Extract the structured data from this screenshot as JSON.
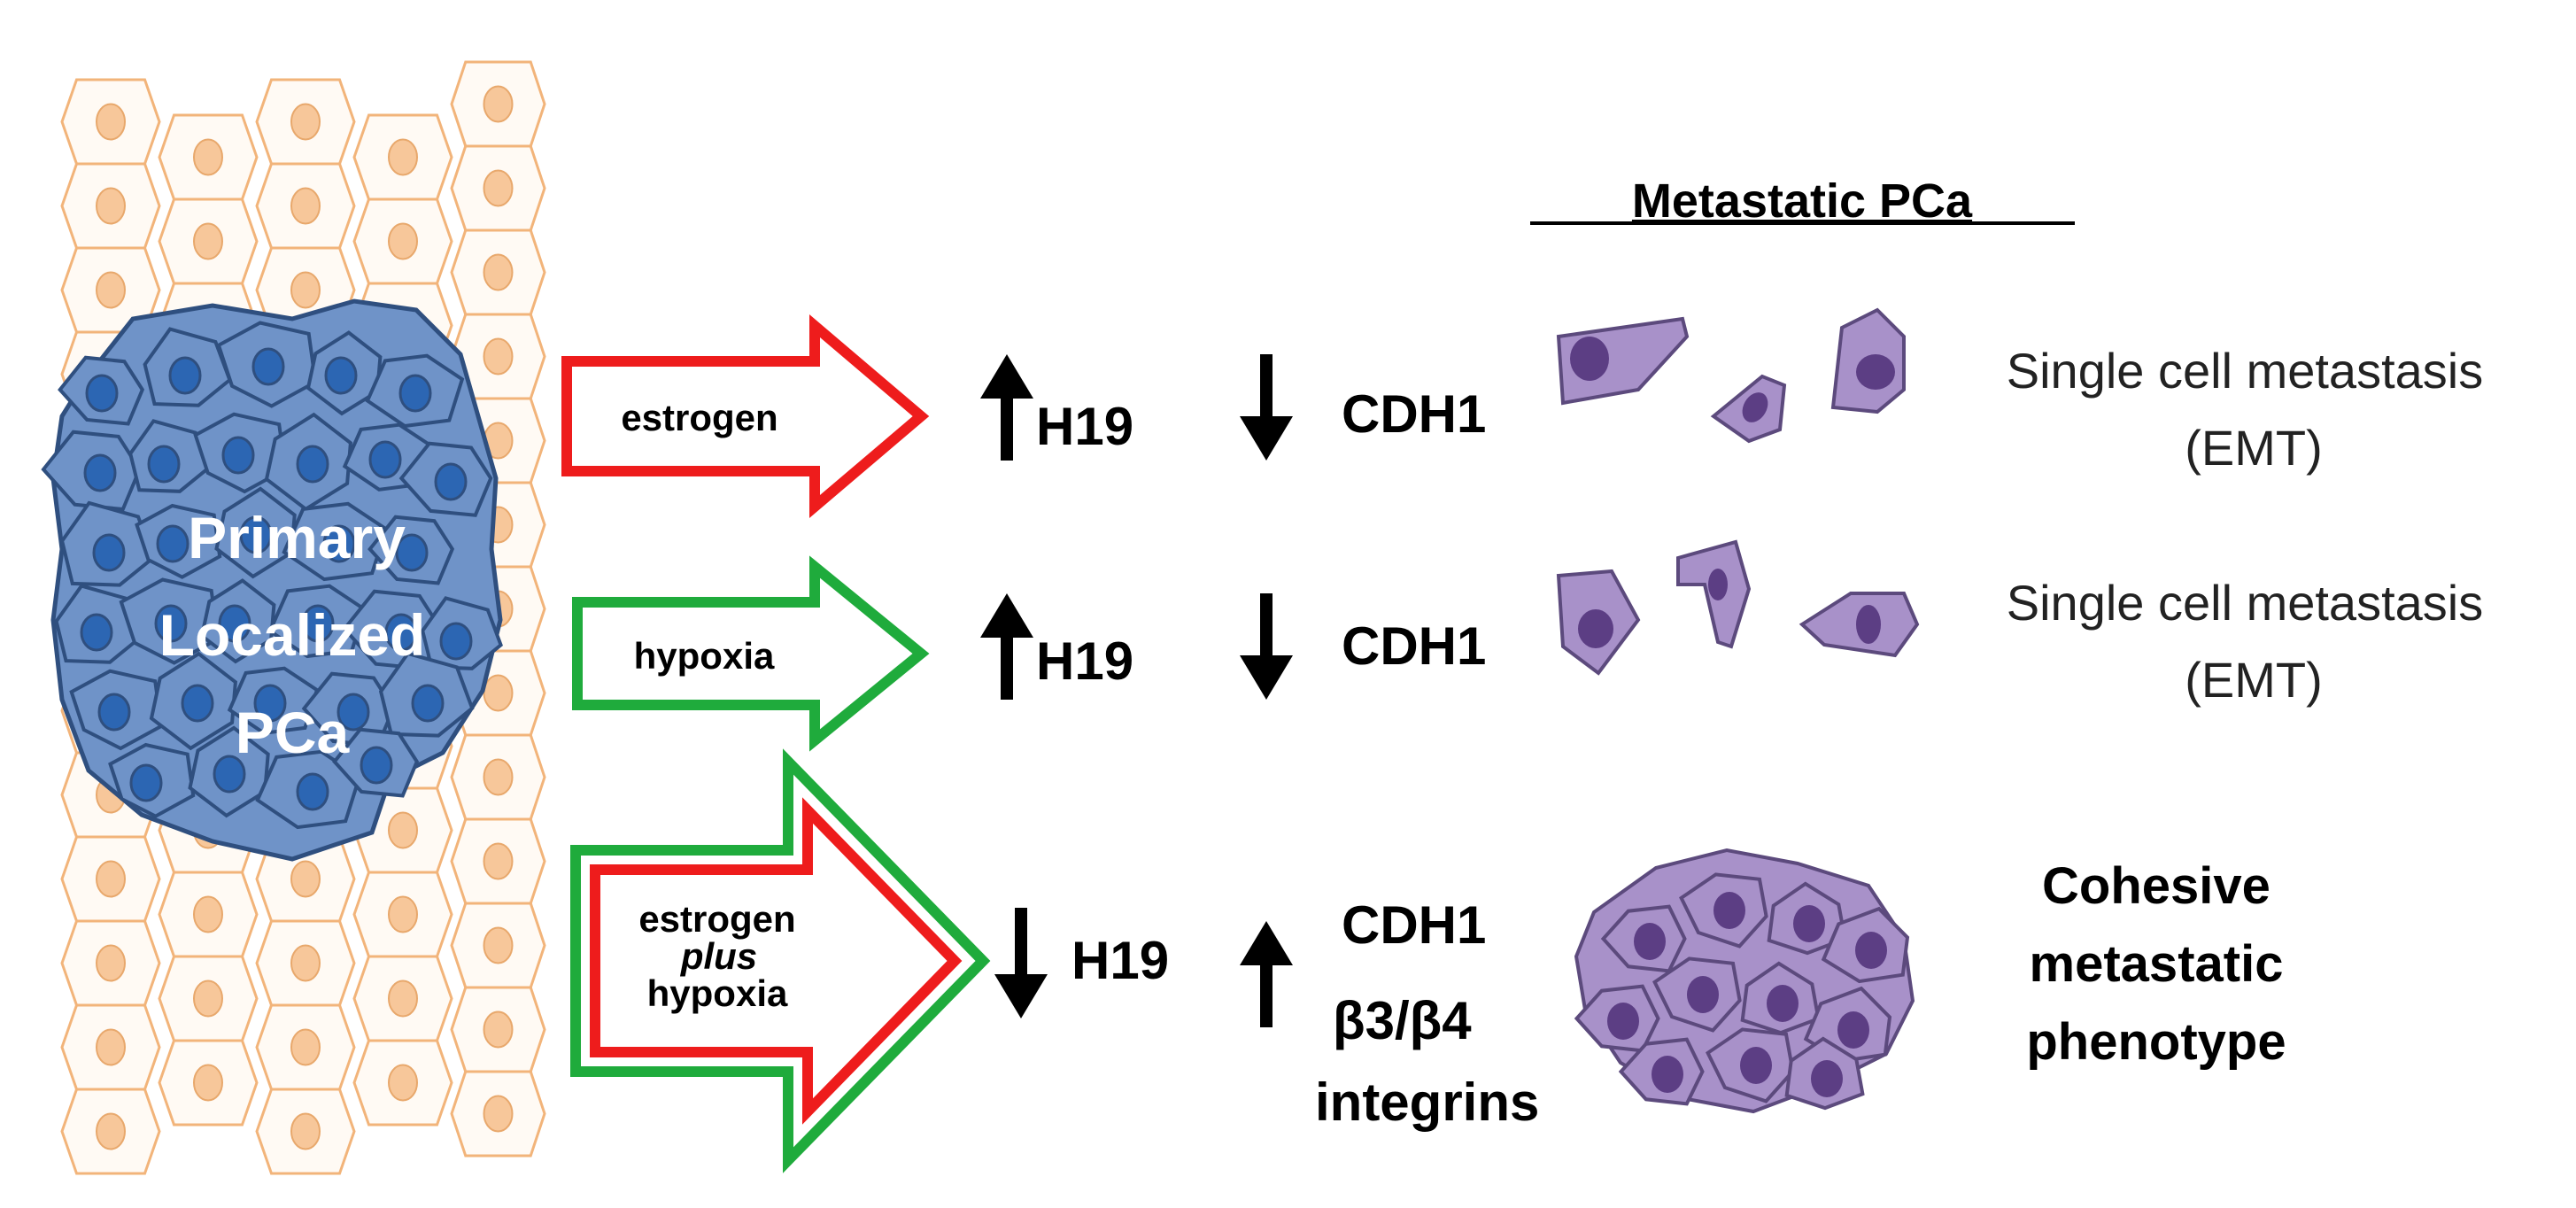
{
  "heading": "Metastatic PCa",
  "primary_label": [
    "Primary",
    "Localized",
    "PCa"
  ],
  "rows": [
    {
      "stimulus": "estrogen",
      "h19_dir": "up",
      "h19": "H19",
      "cdh1_dir": "down",
      "cdh1": "CDH1",
      "outcome": [
        "Single cell metastasis",
        "(EMT)"
      ],
      "arrow_color": "#ee1c1c"
    },
    {
      "stimulus": "hypoxia",
      "h19_dir": "up",
      "h19": "H19",
      "cdh1_dir": "down",
      "cdh1": "CDH1",
      "outcome": [
        "Single cell metastasis",
        "(EMT)"
      ],
      "arrow_color": "#1fab3c"
    },
    {
      "stimulus": [
        "estrogen",
        "plus",
        "hypoxia"
      ],
      "h19_dir": "down",
      "h19": "H19",
      "cdh1_dir": "up",
      "cdh1": "CDH1",
      "integrins": [
        "β3/β4",
        "integrins"
      ],
      "outcome": [
        "Cohesive",
        "metastatic",
        "phenotype"
      ]
    }
  ],
  "colors": {
    "estrogen": "#ee1c1c",
    "hypoxia": "#1fab3c",
    "tissue_stroke": "#f2b47a",
    "tissue_nucleus": "#f7c79a",
    "tumor_fill": "#6f93c8",
    "tumor_stroke": "#2f4f7f",
    "tumor_nucleus": "#2c66b3",
    "met_fill": "#a891c9",
    "met_stroke": "#5c4a7d",
    "met_nucleus": "#5c3e84"
  }
}
